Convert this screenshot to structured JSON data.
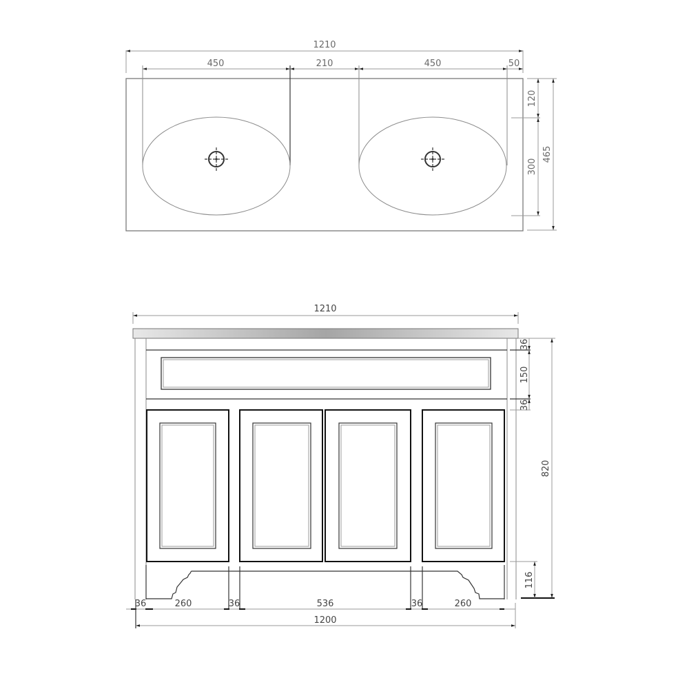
{
  "top_view": {
    "overall_width_label": "1210",
    "basin_left_width_label": "450",
    "gap_label": "210",
    "basin_right_width_label": "450",
    "edge_offset_label": "50",
    "back_offset_label": "120",
    "basin_depth_label": "300",
    "overall_depth_label": "465"
  },
  "front_view": {
    "overall_width_label": "1210",
    "top_rail_label": "36",
    "drawer_height_label": "150",
    "mid_rail_label": "36",
    "overall_height_label": "820",
    "plinth_height_label": "116",
    "bottom_dims": {
      "left_stile_label": "36",
      "left_door_label": "260",
      "center_stile_left_label": "36",
      "center_doors_label": "536",
      "center_stile_right_label": "36",
      "right_door_label": "260"
    },
    "carcass_width_label": "1200"
  },
  "colors": {
    "line": "#333333",
    "dimension": "#9a9a9a",
    "text": "#6a6a6a",
    "countertop_dark": "#a8a8a8",
    "countertop_light": "#e6e6e6"
  }
}
